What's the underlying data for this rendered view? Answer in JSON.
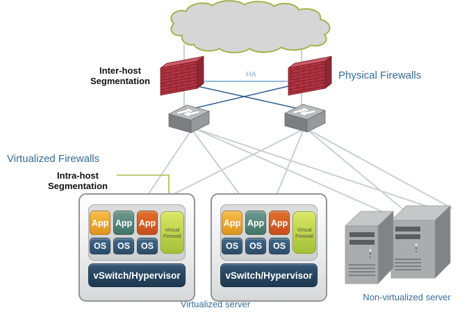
{
  "labels": {
    "inter_host_line1": "Inter-host",
    "inter_host_line2": "Segmentation",
    "physical_firewalls": "Physical Firewalls",
    "ha": "HA",
    "virtualized_firewalls": "Virtualized Firewalls",
    "intra_host_line1": "Intra-host",
    "intra_host_line2": "Segmentation",
    "virtualized_server": "Virtualized server",
    "non_virtualized_server": "Non-virtualized server"
  },
  "servers": [
    {
      "vms": [
        {
          "app": "App",
          "os": "OS"
        },
        {
          "app": "App",
          "os": "OS"
        },
        {
          "app": "App",
          "os": "OS"
        }
      ],
      "virtual_firewall": "Virtual Firewall",
      "hypervisor": "vSwitch/Hypervisor"
    },
    {
      "vms": [
        {
          "app": "App",
          "os": "OS"
        },
        {
          "app": "App",
          "os": "OS"
        },
        {
          "app": "App",
          "os": "OS"
        }
      ],
      "virtual_firewall": "Virtual Firewall",
      "hypervisor": "vSwitch/Hypervisor"
    }
  ],
  "icons": {
    "cloud": "internet-cloud",
    "firewall": "brick-wall-firewall",
    "switch": "network-switch",
    "tower": "tower-server",
    "arrow": "intra-host-segmentation-arrow"
  },
  "colors": {
    "label_blue": "#336b99",
    "ha_blue": "#7fb0d6",
    "line_gray": "#c9cfd3",
    "link_blue": "#2e5e8c",
    "cloud_fill": "#d6d6d6",
    "cloud_border": "#9cb54b",
    "brick_red": "#b23342",
    "arrow_olive": "#a9ba4d",
    "app_orange": "#eda62f",
    "app_teal": "#55887c",
    "app_rust": "#d4601f",
    "os_navy": "#33566e",
    "vf_green": "#bcd03f",
    "hypervisor_navy": "#27455e"
  }
}
